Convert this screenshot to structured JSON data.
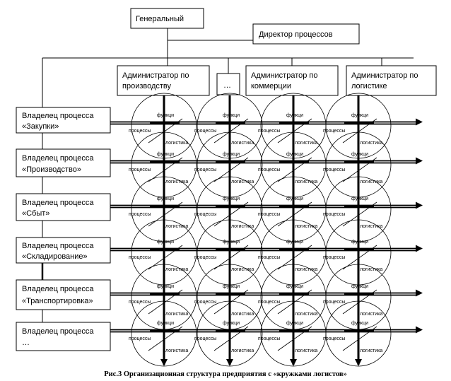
{
  "header": {
    "general": "Генеральный",
    "process_director": "Директор процессов"
  },
  "administrators": [
    {
      "line1": "Администратор по",
      "line2": "производству"
    },
    {
      "line1": "…",
      "line2": ""
    },
    {
      "line1": "Администратор по",
      "line2": "коммерции"
    },
    {
      "line1": "Администратор по",
      "line2": "логистике"
    }
  ],
  "owners": [
    {
      "line1": "Владелец процесса",
      "line2": "«Закупки»"
    },
    {
      "line1": "Владелец процесса",
      "line2": "«Производство»"
    },
    {
      "line1": "Владелец процесса",
      "line2": "«Сбыт»"
    },
    {
      "line1": "Владелец процесса",
      "line2": "«Складирование»"
    },
    {
      "line1": "Владелец процесса",
      "line2": "«Транспортировка»"
    },
    {
      "line1": "Владелец процесса",
      "line2": "…"
    }
  ],
  "cell_labels": {
    "functions": "функци",
    "processes": "процессы",
    "logistics": "логистика"
  },
  "caption": "Рис.3 Организационная структура предприятия с «кружками логистов»"
}
